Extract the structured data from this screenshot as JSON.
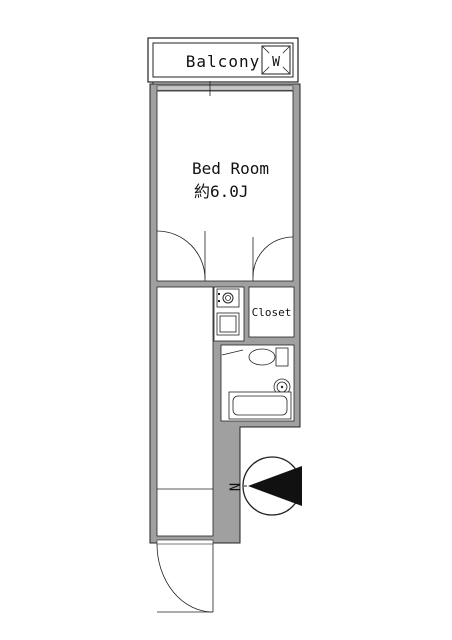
{
  "rooms": {
    "balcony": {
      "label": "Balcony",
      "appliance_mark": "W"
    },
    "bedroom": {
      "label": "Bed Room",
      "size": "約6.0J"
    },
    "closet": {
      "label": "Closet"
    }
  },
  "compass": {
    "label": "N"
  },
  "colors": {
    "wall": "#a0a0a0",
    "line": "#222222",
    "floor": "#ffffff"
  },
  "icons": [
    "stove-icon",
    "sink-icon",
    "toilet-icon",
    "wash-basin-icon",
    "bathtub-icon",
    "compass-icon",
    "door-swing-icon",
    "washer-icon"
  ]
}
